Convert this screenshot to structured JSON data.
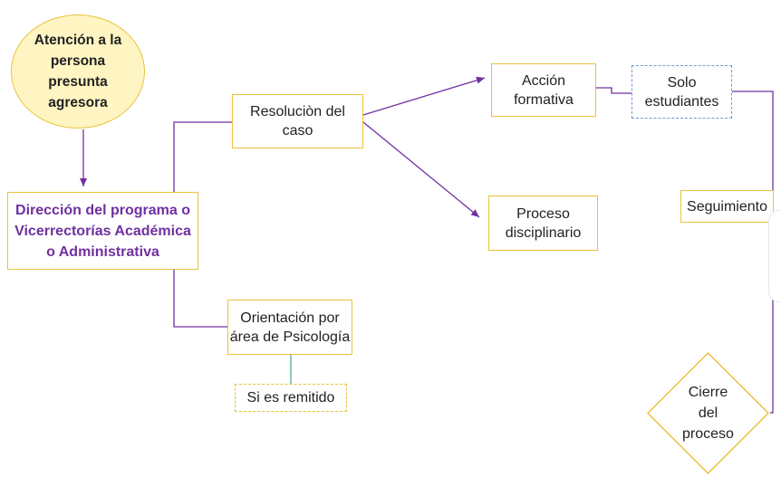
{
  "nodes": {
    "atencion": "Atención a la persona presunta agresora",
    "direccion": "Dirección del programa o Vicerrectorías Académica o Administrativa",
    "resolucion": "Resoluciòn del caso",
    "orientacion": "Orientación por área de Psicología",
    "remitido": "Si es remitido",
    "accion": "Acción formativa",
    "proceso": "Proceso disciplinario",
    "estudiantes": "Solo estudiantes",
    "seguimiento": "Seguimiento",
    "cierre": "Cierre del proceso"
  },
  "colors": {
    "connector": "#7030a0",
    "box_border": "#e9c23c",
    "oval_fill": "#fff5c2",
    "dashed_blue": "#6b9bd1",
    "teal_line": "#5aa39a"
  }
}
